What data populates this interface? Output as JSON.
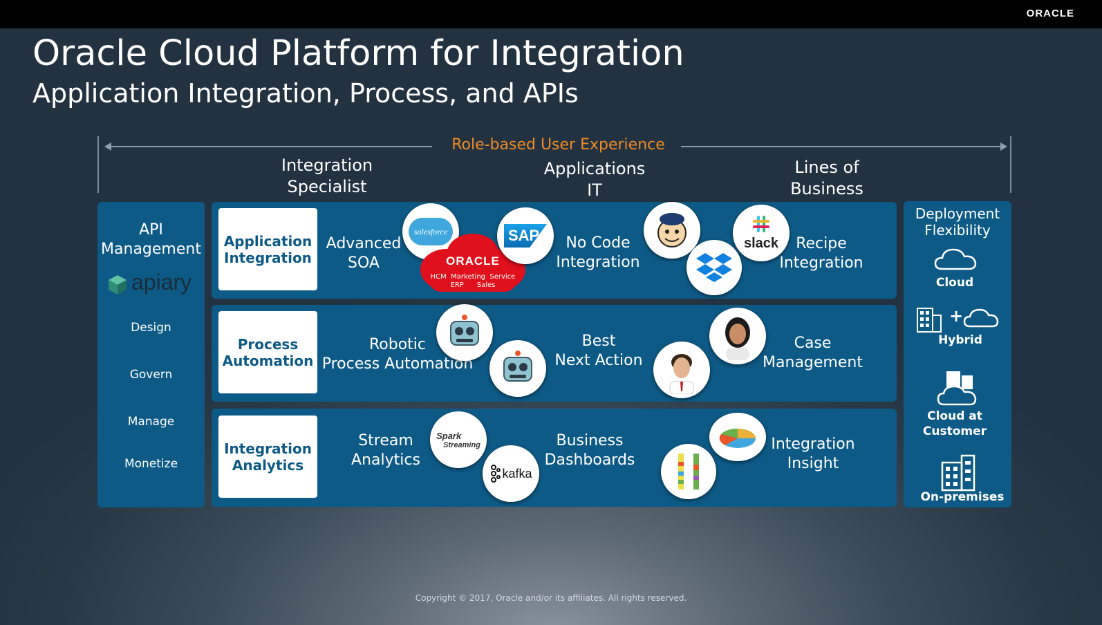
{
  "header": {
    "logo": "ORACLE"
  },
  "slide": {
    "title": "Oracle Cloud Platform for Integration",
    "subtitle": "Application Integration, Process, and APIs"
  },
  "roles": {
    "heading": "Role-based User Experience",
    "col1": [
      "Integration",
      "Specialist"
    ],
    "col2": [
      "Applications",
      "IT"
    ],
    "col3": [
      "Lines of",
      "Business"
    ]
  },
  "api": {
    "title": [
      "API",
      "Management"
    ],
    "brand": "apiary",
    "items": [
      "Design",
      "Govern",
      "Manage",
      "Monetize"
    ]
  },
  "rows": {
    "app": {
      "label": [
        "Application",
        "Integration"
      ],
      "t1": [
        "Advanced",
        "SOA"
      ],
      "t2": [
        "No Code",
        "Integration"
      ],
      "t3": [
        "Recipe",
        "Integration"
      ],
      "logos": {
        "salesforce": "salesforce",
        "sap": "SAP",
        "oracle": "ORACLE",
        "oracle_line1": "HCM  Marketing  Service",
        "oracle_line2": "ERP      Sales",
        "slack": "slack"
      }
    },
    "process": {
      "label": [
        "Process",
        "Automation"
      ],
      "t1": [
        "Robotic",
        "Process Automation"
      ],
      "t2": [
        "Best",
        "Next Action"
      ],
      "t3": [
        "Case",
        "Management"
      ]
    },
    "analytics": {
      "label": [
        "Integration",
        "Analytics"
      ],
      "t1": [
        "Stream",
        "Analytics"
      ],
      "t2": [
        "Business",
        "Dashboards"
      ],
      "t3": [
        "Integration",
        "Insight"
      ],
      "logos": {
        "spark1": "Spark",
        "spark2": "Streaming",
        "kafka": "kafka"
      }
    }
  },
  "deployment": {
    "title": [
      "Deployment",
      "Flexibility"
    ],
    "items": [
      "Cloud",
      "Hybrid",
      "Cloud at",
      "Customer",
      "On-premises"
    ]
  },
  "footer": {
    "copyright": "Copyright © 2017, Oracle and/or its affiliates. All rights reserved."
  },
  "colors": {
    "panel": "#0e5a86",
    "accent": "#f08a24",
    "oracle_red": "#e0101c"
  }
}
